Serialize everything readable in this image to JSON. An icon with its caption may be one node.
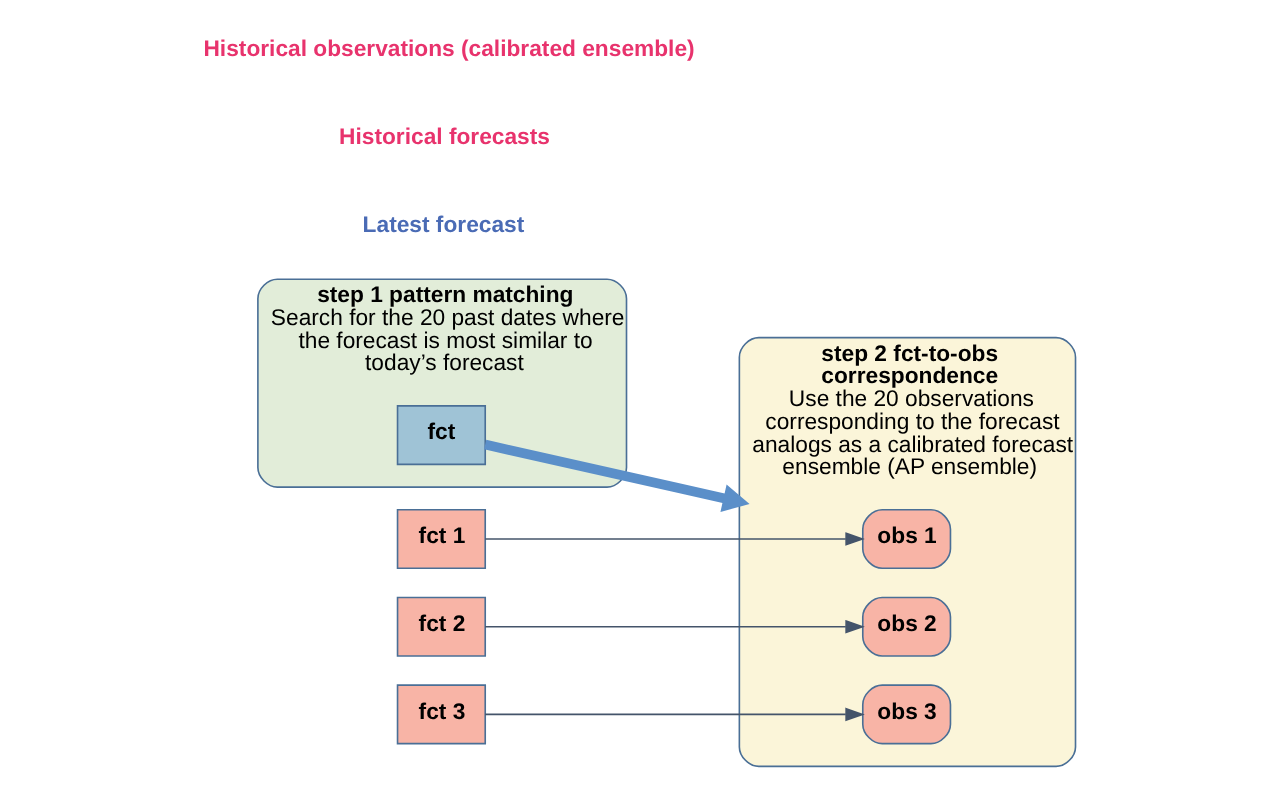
{
  "diagram": {
    "nodes": [
      {
        "text": [
          "step 1 pattern matching",
          "Search for the 20 past dates where the forecast is most similar to today’s forecast"
        ]
      },
      {
        "text": [
          "step 2 fct-to-obs correspondence",
          "Use the 20 observations corresponding to the forecast analogs as a calibrated forecast ensemble (AP ensemble)"
        ]
      },
      {
        "text": [
          "fct"
        ],
        "in": 0
      },
      {
        "text": [
          "fct 1"
        ]
      },
      {
        "text": [
          "fct 2"
        ]
      },
      {
        "text": [
          "fct 3"
        ]
      },
      {
        "text": [
          "obs 1"
        ],
        "in": 1
      },
      {
        "text": [
          "obs 2"
        ],
        "in": 1
      },
      {
        "text": [
          "obs 3"
        ],
        "in": 1
      }
    ],
    "edges": [
      {
        "from": 2,
        "to": 1,
        "arrow": "to",
        "style": "thick",
        "color": "#5b8fc9"
      },
      {
        "from": 3,
        "to": 6,
        "arrow": "to"
      },
      {
        "from": 4,
        "to": 7,
        "arrow": "to"
      },
      {
        "from": 5,
        "to": 8,
        "arrow": "to"
      }
    ],
    "labels": [
      "Latest forecast",
      "Historical forecasts",
      "Historical observations (calibrated ensemble)"
    ]
  }
}
